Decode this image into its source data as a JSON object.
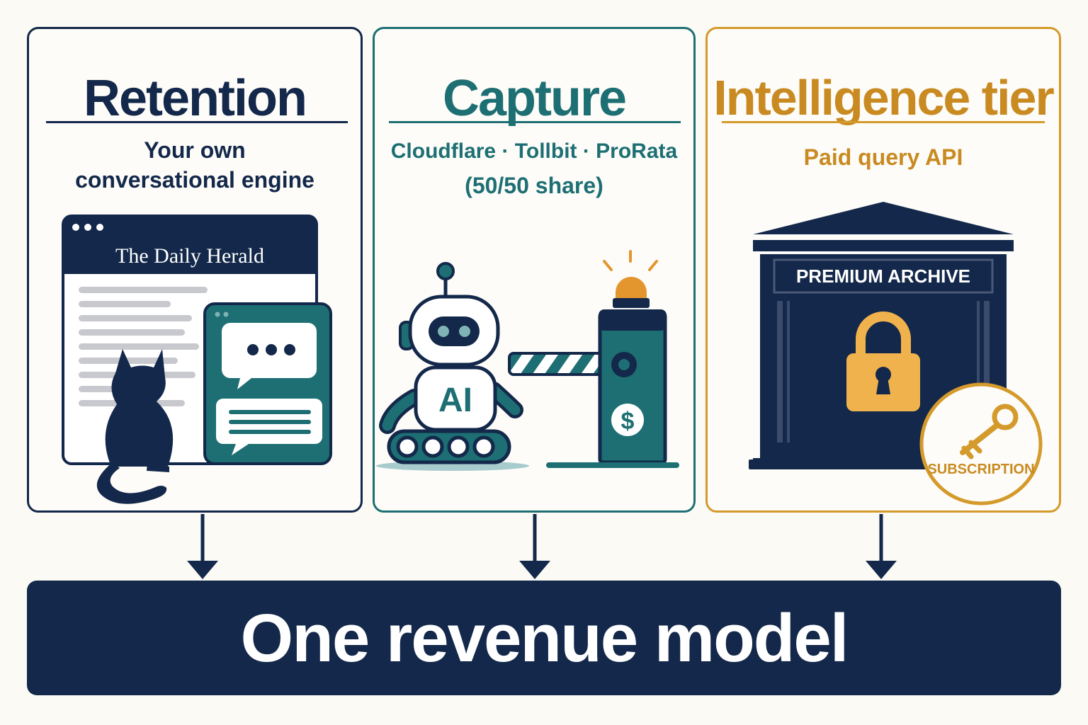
{
  "panels": {
    "retention": {
      "title": "Retention",
      "subtitle_line1": "Your own",
      "subtitle_line2": "conversational engine",
      "browser_title": "The Daily Herald",
      "color": "#13284a",
      "accent": "#1d6f73"
    },
    "capture": {
      "title": "Capture",
      "subtitle_line1": "Cloudflare · Tollbit · ProRata",
      "subtitle_line2": "(50/50 share)",
      "robot_label": "AI",
      "toll_symbol": "$",
      "color": "#1d6f73"
    },
    "intelligence": {
      "title": "Intelligence tier",
      "subtitle": "Paid query API",
      "archive_label": "PREMIUM ARCHIVE",
      "badge_label": "SUBSCRIPTION",
      "color": "#c98a21",
      "building_color": "#13284a"
    }
  },
  "icons": [
    "browser-window-icon",
    "cat-silhouette-icon",
    "chat-bubble-icon",
    "robot-icon",
    "toll-gate-icon",
    "alarm-light-icon",
    "bank-building-icon",
    "padlock-icon",
    "key-icon"
  ],
  "footer": {
    "text": "One revenue model",
    "color": "#13284a"
  }
}
